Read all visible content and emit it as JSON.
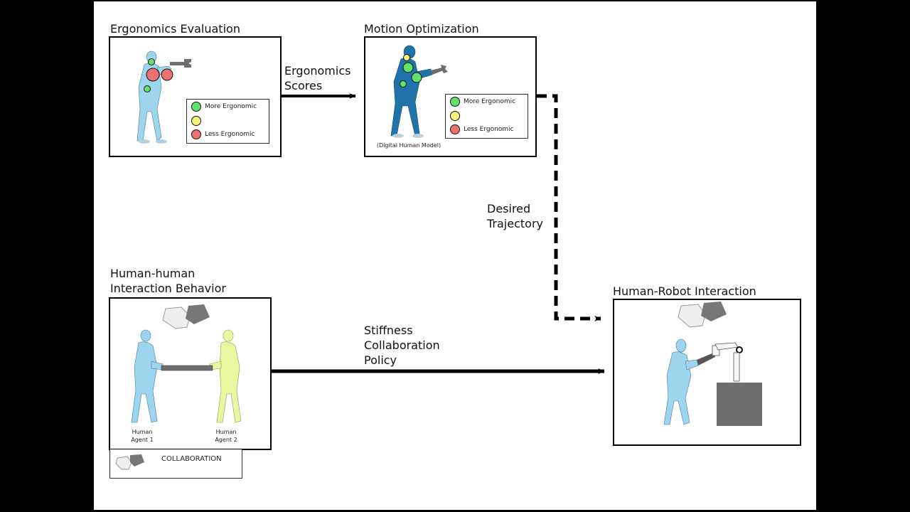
{
  "panels": {
    "ergonomics_evaluation": {
      "title": "Ergonomics Evaluation",
      "legend": {
        "more": "More Ergonomic",
        "mid": "",
        "less": "Less Ergonomic"
      }
    },
    "motion_optimization": {
      "title": "Motion Optimization",
      "caption": "(Digital Human Model)",
      "legend": {
        "more": "More Ergonomic",
        "mid": "",
        "less": "Less Ergonomic"
      }
    },
    "human_human": {
      "title_line1": "Human-human",
      "title_line2": "Interaction Behavior",
      "agent1_line1": "Human",
      "agent1_line2": "Agent 1",
      "agent2_line1": "Human",
      "agent2_line2": "Agent 2",
      "tag": "COLLABORATION"
    },
    "human_robot": {
      "title": "Human-Robot Interaction"
    }
  },
  "arrows": {
    "scores": {
      "line1": "Ergonomics",
      "line2": "Scores"
    },
    "trajectory": {
      "line1": "Desired",
      "line2": "Trajectory"
    },
    "policy": {
      "line1": "Stiffness",
      "line2": "Collaboration",
      "line3": "Policy"
    }
  },
  "colors": {
    "more": "#5fe36b",
    "mid": "#f3f37a",
    "less": "#ec7272",
    "human_light": "#9dd5ee",
    "human_dark": "#1f73a8",
    "human_yellow": "#e8f7a0",
    "gray": "#6e6e6e"
  }
}
